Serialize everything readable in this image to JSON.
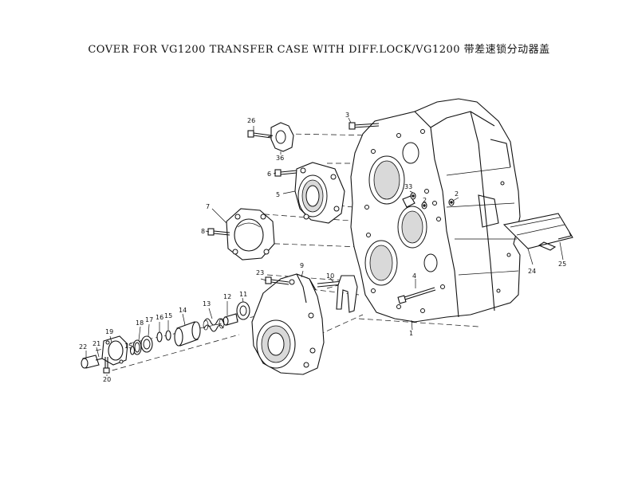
{
  "title": "COVER FOR VG1200 TRANSFER CASE WITH DIFF.LOCK/VG1200 带差速锁分动器盖",
  "callouts": [
    "1",
    "2",
    "2",
    "3",
    "4",
    "5",
    "6",
    "7",
    "8",
    "9",
    "10",
    "11",
    "12",
    "13",
    "14",
    "15",
    "15",
    "16",
    "17",
    "18",
    "19",
    "20",
    "21",
    "22",
    "23",
    "24",
    "25",
    "26",
    "33",
    "36"
  ],
  "line_color": "#111111",
  "background": "#ffffff"
}
